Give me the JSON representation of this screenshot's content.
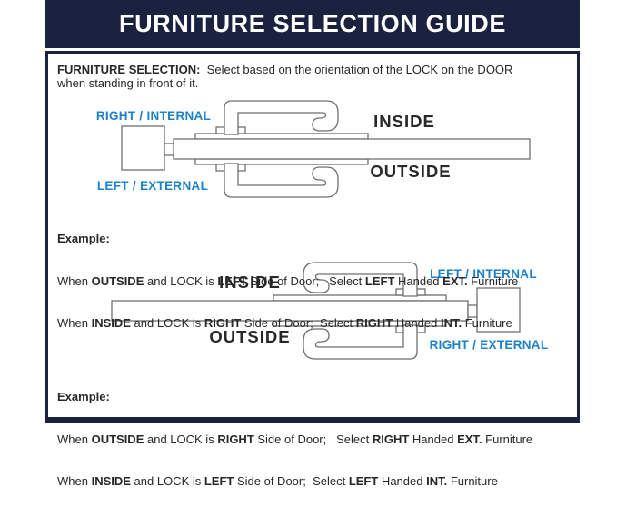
{
  "colors": {
    "navy": "#1a2240",
    "blue": "#1e82c8",
    "ink": "#28282a",
    "outline": "#6e6f71"
  },
  "header": {
    "title": "FURNITURE SELECTION GUIDE"
  },
  "intro": {
    "rich": [
      {
        "t": "FURNITURE SELECTION:",
        "b": true
      },
      {
        "t": "  Select based on the orientation of the LOCK on the DOOR\nwhen standing in front of it.",
        "b": false
      }
    ]
  },
  "diagram1": {
    "inside": "INSIDE",
    "outside": "OUTSIDE",
    "lock_top": "RIGHT / INTERNAL",
    "lock_bottom": "LEFT / EXTERNAL"
  },
  "example1": {
    "heading": "Example:",
    "line1": [
      {
        "t": "When ",
        "b": false
      },
      {
        "t": "OUTSIDE",
        "b": true
      },
      {
        "t": " and LOCK is ",
        "b": false
      },
      {
        "t": "LEFT",
        "b": true
      },
      {
        "t": " Side of Door;   Select ",
        "b": false
      },
      {
        "t": "LEFT",
        "b": true
      },
      {
        "t": " Handed ",
        "b": false
      },
      {
        "t": "EXT.",
        "b": true
      },
      {
        "t": " Furniture",
        "b": false
      }
    ],
    "line2": [
      {
        "t": "When ",
        "b": false
      },
      {
        "t": "INSIDE",
        "b": true
      },
      {
        "t": " and LOCK is ",
        "b": false
      },
      {
        "t": "RIGHT",
        "b": true
      },
      {
        "t": " Side of Door;  Select ",
        "b": false
      },
      {
        "t": "RIGHT",
        "b": true
      },
      {
        "t": " Handed ",
        "b": false
      },
      {
        "t": "INT.",
        "b": true
      },
      {
        "t": " Furniture",
        "b": false
      }
    ]
  },
  "diagram2": {
    "inside": "INSIDE",
    "outside": "OUTSIDE",
    "lock_top": "LEFT / INTERNAL",
    "lock_bottom": "RIGHT / EXTERNAL"
  },
  "example2": {
    "heading": "Example:",
    "line1": [
      {
        "t": "When ",
        "b": false
      },
      {
        "t": "OUTSIDE",
        "b": true
      },
      {
        "t": " and LOCK is ",
        "b": false
      },
      {
        "t": "RIGHT",
        "b": true
      },
      {
        "t": " Side of Door;   Select ",
        "b": false
      },
      {
        "t": "RIGHT",
        "b": true
      },
      {
        "t": " Handed ",
        "b": false
      },
      {
        "t": "EXT.",
        "b": true
      },
      {
        "t": " Furniture",
        "b": false
      }
    ],
    "line2": [
      {
        "t": "When ",
        "b": false
      },
      {
        "t": "INSIDE",
        "b": true
      },
      {
        "t": " and LOCK is ",
        "b": false
      },
      {
        "t": "LEFT",
        "b": true
      },
      {
        "t": " Side of Door;  Select ",
        "b": false
      },
      {
        "t": "LEFT",
        "b": true
      },
      {
        "t": " Handed ",
        "b": false
      },
      {
        "t": "INT.",
        "b": true
      },
      {
        "t": " Furniture",
        "b": false
      }
    ]
  }
}
